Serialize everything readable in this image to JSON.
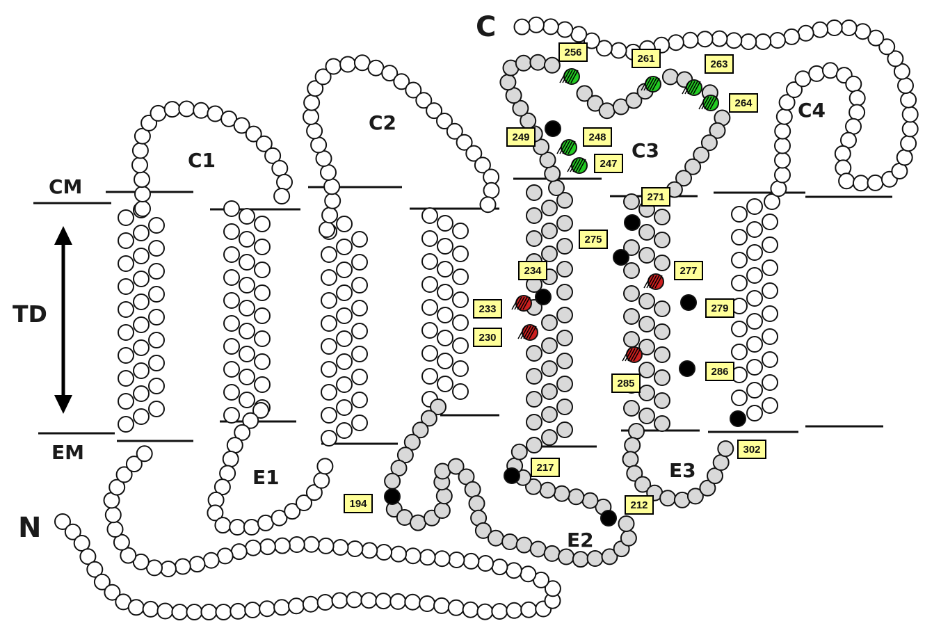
{
  "terminals": {
    "c": "C",
    "n": "N"
  },
  "membrane": {
    "cm": "CM",
    "em": "EM",
    "td": "TD"
  },
  "loops": {
    "c1": "C1",
    "c2": "C2",
    "c3": "C3",
    "c4": "C4",
    "e1": "E1",
    "e2": "E2",
    "e3": "E3"
  },
  "residue_tags": [
    "256",
    "261",
    "263",
    "264",
    "249",
    "248",
    "247",
    "271",
    "275",
    "234",
    "277",
    "233",
    "279",
    "230",
    "285",
    "286",
    "217",
    "302",
    "212",
    "194"
  ],
  "colors": {
    "outline": "#111111",
    "plain_residue": "#ffffff",
    "highlight_residue": "#d9d9d9",
    "black_residue": "#000000",
    "green_residue": "#22cc22",
    "red_residue": "#cc1f1f",
    "tag_fill": "#ffff99"
  },
  "legend": {}
}
